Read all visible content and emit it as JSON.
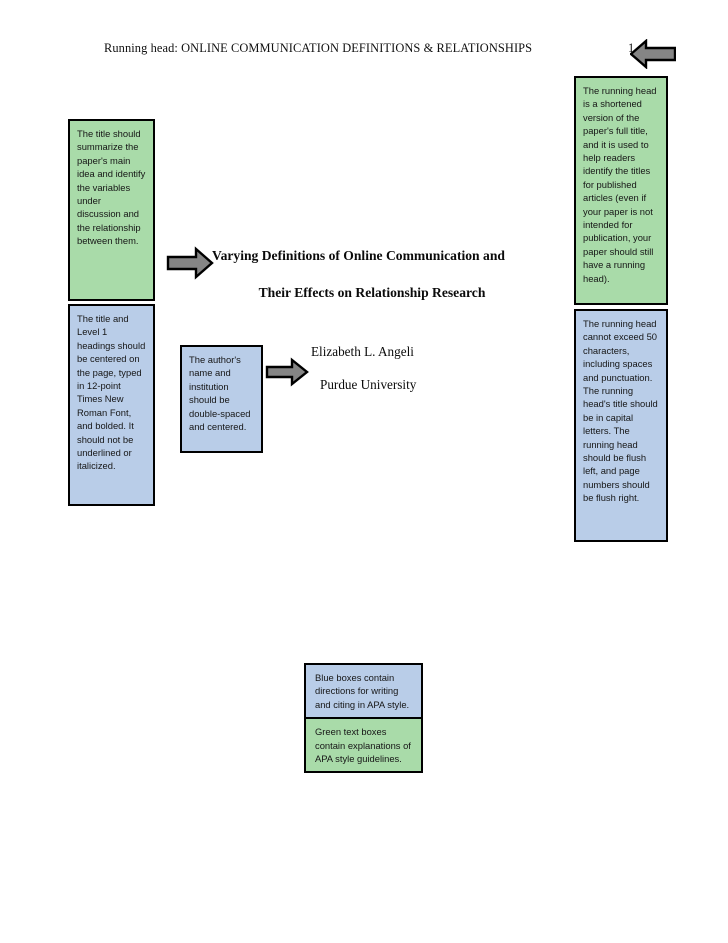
{
  "document": {
    "type": "apa-sample-title-page",
    "page_number": "1",
    "running_head_label": "Running head:",
    "running_head_text": "ONLINE COMMUNICATION DEFINITIONS & RELATIONSHIPS",
    "running_head_full": "Running head: ONLINE COMMUNICATION DEFINITIONS & RELATIONSHIPS"
  },
  "paper": {
    "title_line_1": "Varying Definitions of Online Communication and",
    "title_line_2": "Their Effects on Relationship Research",
    "author": "Elizabeth L. Angeli",
    "institution": "Purdue University"
  },
  "annotations": {
    "title_green": "The title should summarize the paper's main idea and identify the variables under discussion and the relationship between them.",
    "title_blue": "The title and Level 1 headings should be centered on the page, typed in 12-point Times New Roman Font, and bolded. It should not be underlined or italicized.",
    "running_head_green": "The running head is a shortened version of the paper's full title, and it is used to help readers identify the titles for published articles (even if your paper is not intended for publication, your paper should still have a running head).",
    "running_head_blue": "The running head cannot exceed 50 characters, including spaces and punctuation. The running head's title should be in capital letters. The running head should be flush left, and page numbers should be flush right.",
    "author_blue": "The author's name and institution should be double-spaced and centered."
  },
  "legend": {
    "blue_text": "Blue boxes contain directions for writing and citing in APA style.",
    "green_text": "Green text boxes contain explanations of APA style guidelines."
  },
  "colors": {
    "green_box": "#a9dba9",
    "blue_box": "#b9cde8",
    "box_border": "#000000",
    "arrow_fill": "#808080",
    "arrow_stroke": "#000000",
    "page_background": "#ffffff",
    "text": "#161616"
  },
  "icons": {
    "arrow_right": "arrow-right-icon",
    "arrow_left": "arrow-left-icon"
  }
}
